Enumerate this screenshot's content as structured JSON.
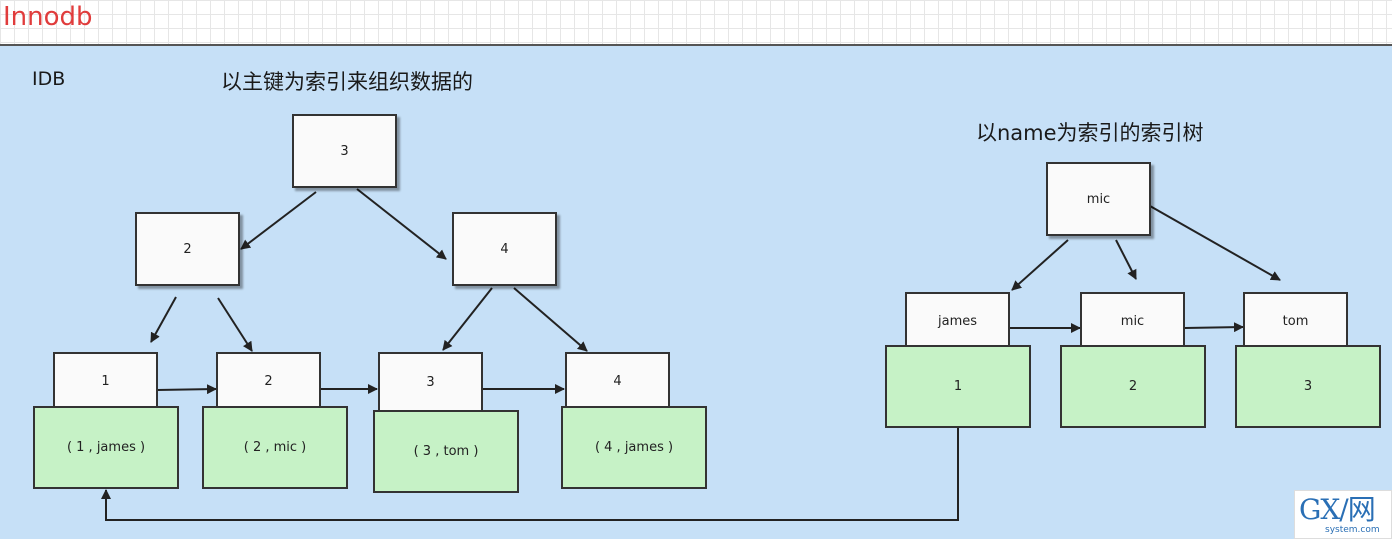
{
  "header": {
    "title": "Innodb"
  },
  "labels": {
    "idb": "IDB",
    "primary_caption": "以主键为索引来组织数据的",
    "secondary_caption": "以name为索引的索引树"
  },
  "primary_tree": {
    "root": "3",
    "level2": [
      "2",
      "4"
    ],
    "leaves": [
      "1",
      "2",
      "3",
      "4"
    ],
    "rows": [
      "( 1 , james )",
      "( 2 , mic )",
      "( 3 , tom )",
      "( 4 , james )"
    ]
  },
  "secondary_tree": {
    "root": "mic",
    "leaves": [
      "james",
      "mic",
      "tom"
    ],
    "values": [
      "1",
      "2",
      "3"
    ]
  },
  "watermark": {
    "main": "GX/网",
    "sub": "system.com"
  },
  "colors": {
    "panel": "#c6e0f7",
    "leaf_fill": "#c6f2c6",
    "title": "#e03c3c"
  }
}
